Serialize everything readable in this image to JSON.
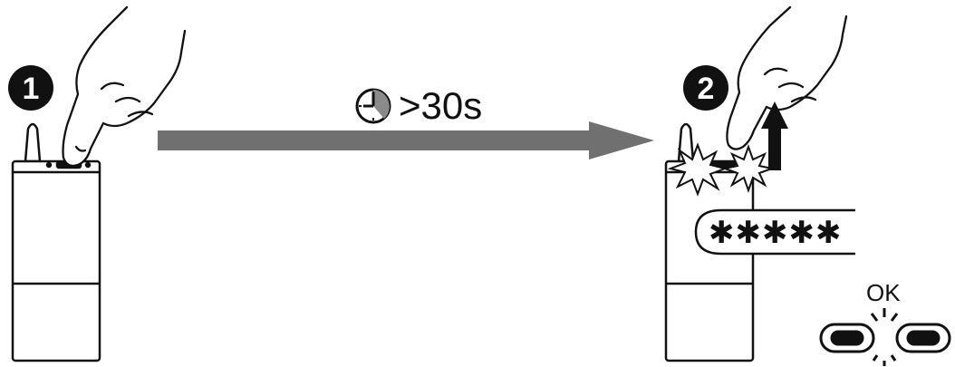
{
  "steps": [
    {
      "number": "1"
    },
    {
      "number": "2"
    }
  ],
  "duration": {
    "text": ">30s",
    "icon": "timer-icon"
  },
  "code_display": {
    "text": "✱✱✱✱✱"
  },
  "status": {
    "text": "OK",
    "icon": "broken-link-icon"
  },
  "colors": {
    "arrow": "#707070",
    "ink": "#111111",
    "device": "#ffffff"
  }
}
